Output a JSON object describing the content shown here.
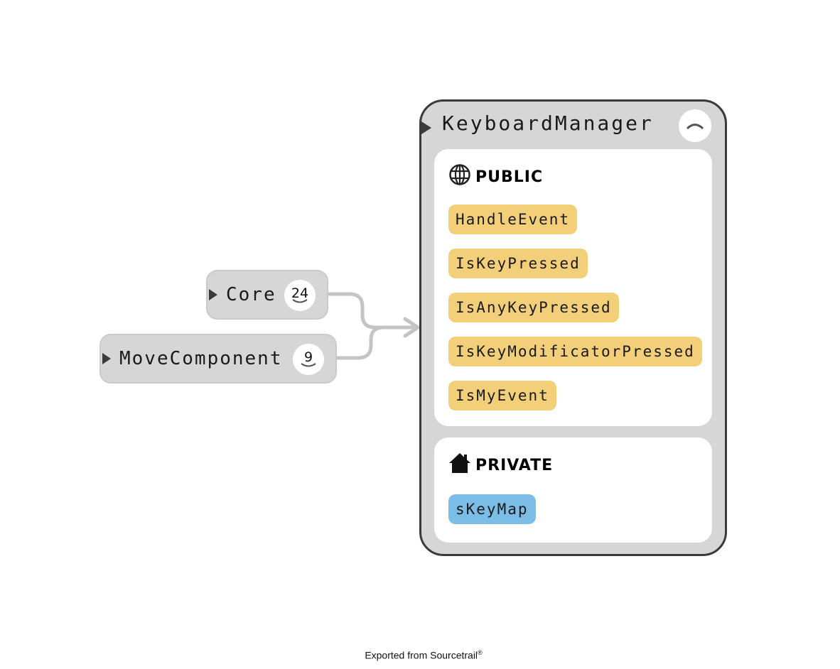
{
  "nodes": {
    "core": {
      "name": "Core",
      "count": "24"
    },
    "move": {
      "name": "MoveComponent",
      "count": "9"
    }
  },
  "main": {
    "title": "KeyboardManager",
    "public": {
      "label": "PUBLIC",
      "icon": "globe-icon",
      "members": [
        "HandleEvent",
        "IsKeyPressed",
        "IsAnyKeyPressed",
        "IsKeyModificatorPressed",
        "IsMyEvent"
      ]
    },
    "private": {
      "label": "PRIVATE",
      "icon": "home-icon",
      "members": [
        "sKeyMap"
      ]
    }
  },
  "colors": {
    "function": "#f3cf7a",
    "variable": "#7bbde6",
    "node": "#d6d6d6",
    "edge": "#c4c4c4"
  },
  "footer": {
    "text": "Exported from Sourcetrail",
    "mark": "®"
  }
}
